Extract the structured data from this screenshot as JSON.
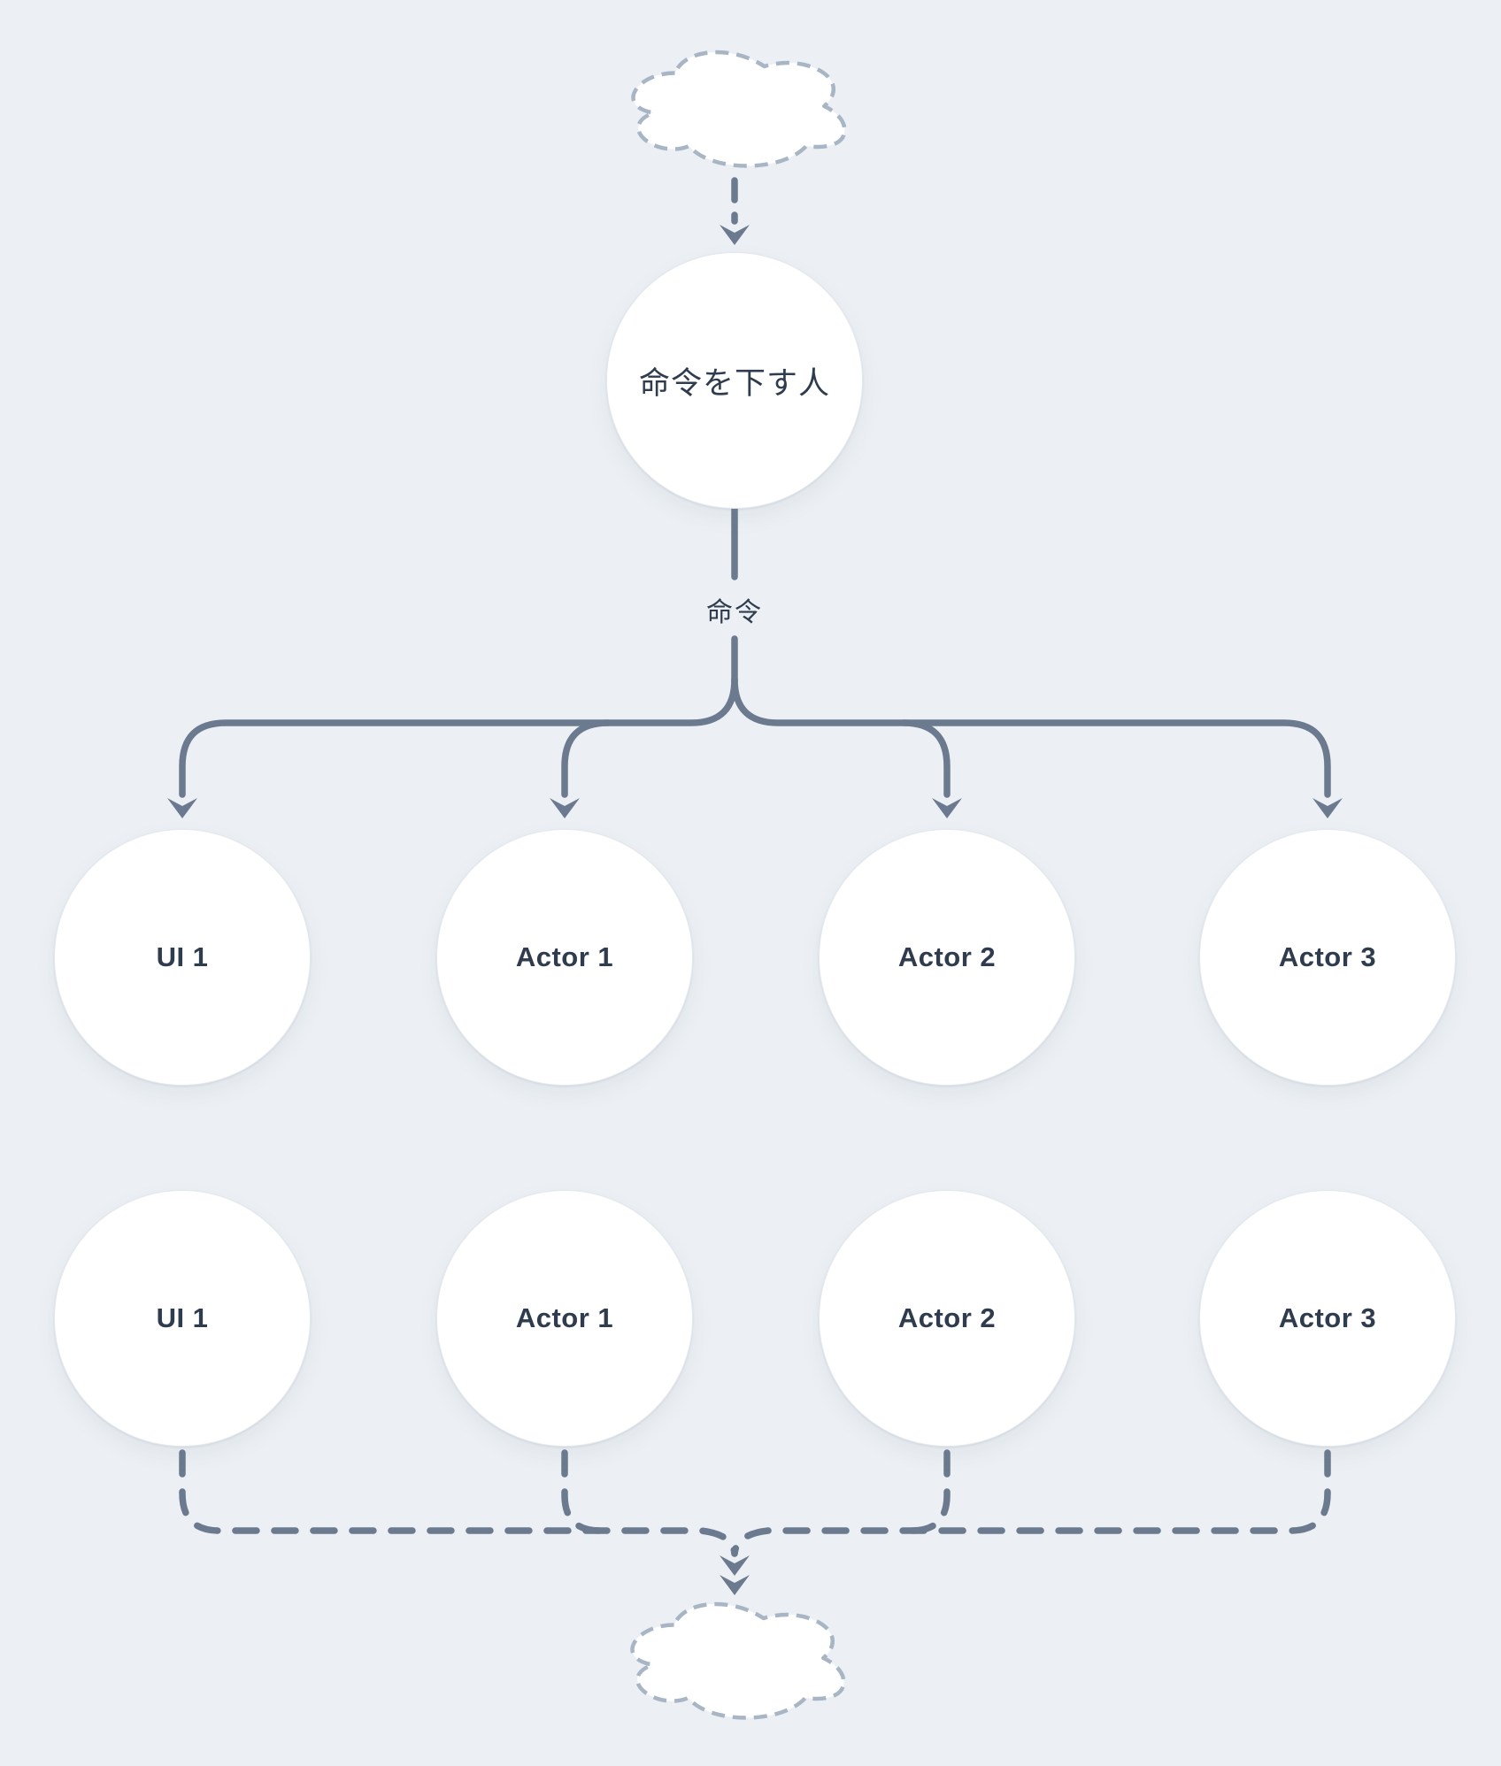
{
  "diagram": {
    "background_color": "#ecf0f4",
    "line_color": "#6b7a8e",
    "cloud_border_color": "#a8b5c4",
    "text_color": "#2f3c4e",
    "node_fill_color": "#ffffff",
    "top_node": {
      "label": "命令を下す人"
    },
    "edge_label": "命令",
    "row1": [
      {
        "label": "UI 1"
      },
      {
        "label": "Actor 1"
      },
      {
        "label": "Actor 2"
      },
      {
        "label": "Actor 3"
      }
    ],
    "row2": [
      {
        "label": "UI 1"
      },
      {
        "label": "Actor 1"
      },
      {
        "label": "Actor 2"
      },
      {
        "label": "Actor 3"
      }
    ]
  }
}
